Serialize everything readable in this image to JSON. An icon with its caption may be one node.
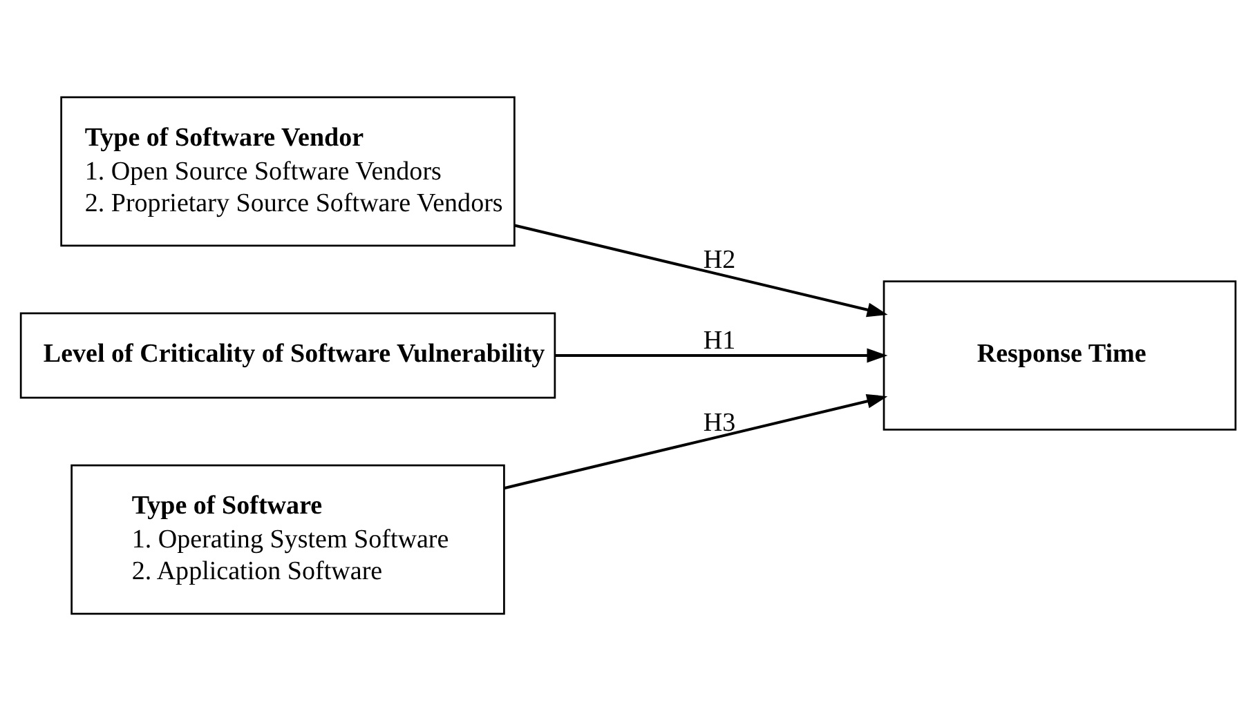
{
  "diagram": {
    "nodes": [
      {
        "text": [
          "Type of Software Vendor",
          "1. Open Source Software Vendors",
          "2. Proprietary Source Software Vendors"
        ]
      },
      {
        "text": [
          "Level of Criticality of Software Vulnerability"
        ]
      },
      {
        "text": [
          "Type of Software",
          "1. Operating System Software",
          "2. Application Software"
        ]
      },
      {
        "text": [
          "Response Time"
        ]
      }
    ],
    "edges": [
      {
        "from": 0,
        "to": 3,
        "arrow": "to",
        "label": "H2"
      },
      {
        "from": 1,
        "to": 3,
        "arrow": "to",
        "label": "H1"
      },
      {
        "from": 2,
        "to": 3,
        "arrow": "to",
        "label": "H3"
      }
    ]
  }
}
